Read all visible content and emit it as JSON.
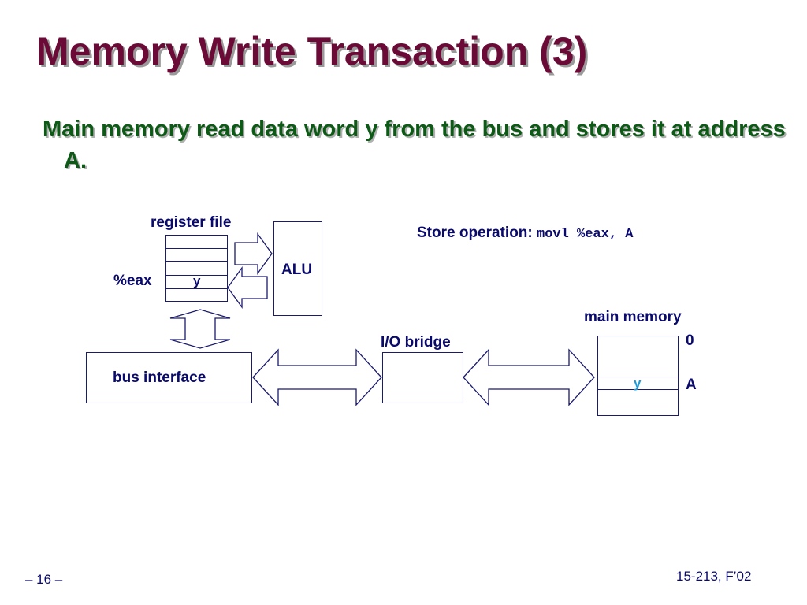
{
  "slide": {
    "title": "Memory Write Transaction (3)",
    "bullet": "Main memory read data word y from the bus and stores it at address A."
  },
  "diagram": {
    "register_file_label": "register file",
    "eax_label": "%eax",
    "eax_value": "y",
    "alu_label": "ALU",
    "store_op_label": "Store operation:",
    "store_op_code": "movl %eax, A",
    "bus_interface_label": "bus interface",
    "io_bridge_label": "I/O bridge",
    "main_memory_label": "main memory",
    "mem_addr_0": "0",
    "mem_addr_a": "A",
    "mem_value": "y",
    "mem_value_color": "#1e9bd7"
  },
  "footer": {
    "page": "– 16 –",
    "course": "15-213, F’02"
  }
}
